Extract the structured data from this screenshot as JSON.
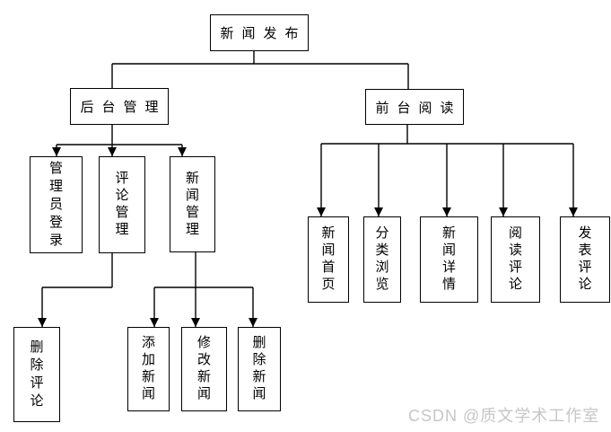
{
  "nodes": {
    "root": "新闻发布",
    "backend": "后台管理",
    "frontend": "前台阅读",
    "admin_login": "管理员登录",
    "comment_mgmt": "评论管理",
    "news_mgmt": "新闻管理",
    "delete_comment": "删除评论",
    "add_news": "添加新闻",
    "modify_news": "修改新闻",
    "delete_news": "删除新闻",
    "news_home": "新闻首页",
    "category_browse": "分类浏览",
    "news_detail": "新闻详情",
    "read_comment": "阅读评论",
    "post_comment": "发表评论"
  },
  "structure": {
    "root": "新闻发布",
    "children": [
      {
        "label": "后台管理",
        "children": [
          {
            "label": "管理员登录",
            "children": []
          },
          {
            "label": "评论管理",
            "children": [
              {
                "label": "删除评论"
              }
            ]
          },
          {
            "label": "新闻管理",
            "children": [
              {
                "label": "添加新闻"
              },
              {
                "label": "修改新闻"
              },
              {
                "label": "删除新闻"
              }
            ]
          }
        ]
      },
      {
        "label": "前台阅读",
        "children": [
          {
            "label": "新闻首页"
          },
          {
            "label": "分类浏览"
          },
          {
            "label": "新闻详情"
          },
          {
            "label": "阅读评论"
          },
          {
            "label": "发表评论"
          }
        ]
      }
    ]
  },
  "watermark": "CSDN @质文学术工作室",
  "colors": {
    "line": "#000000",
    "box_border": "#000000",
    "box_background": "#ffffff",
    "page_background": "#ffffff",
    "watermark_text": "#c6c6c6"
  }
}
